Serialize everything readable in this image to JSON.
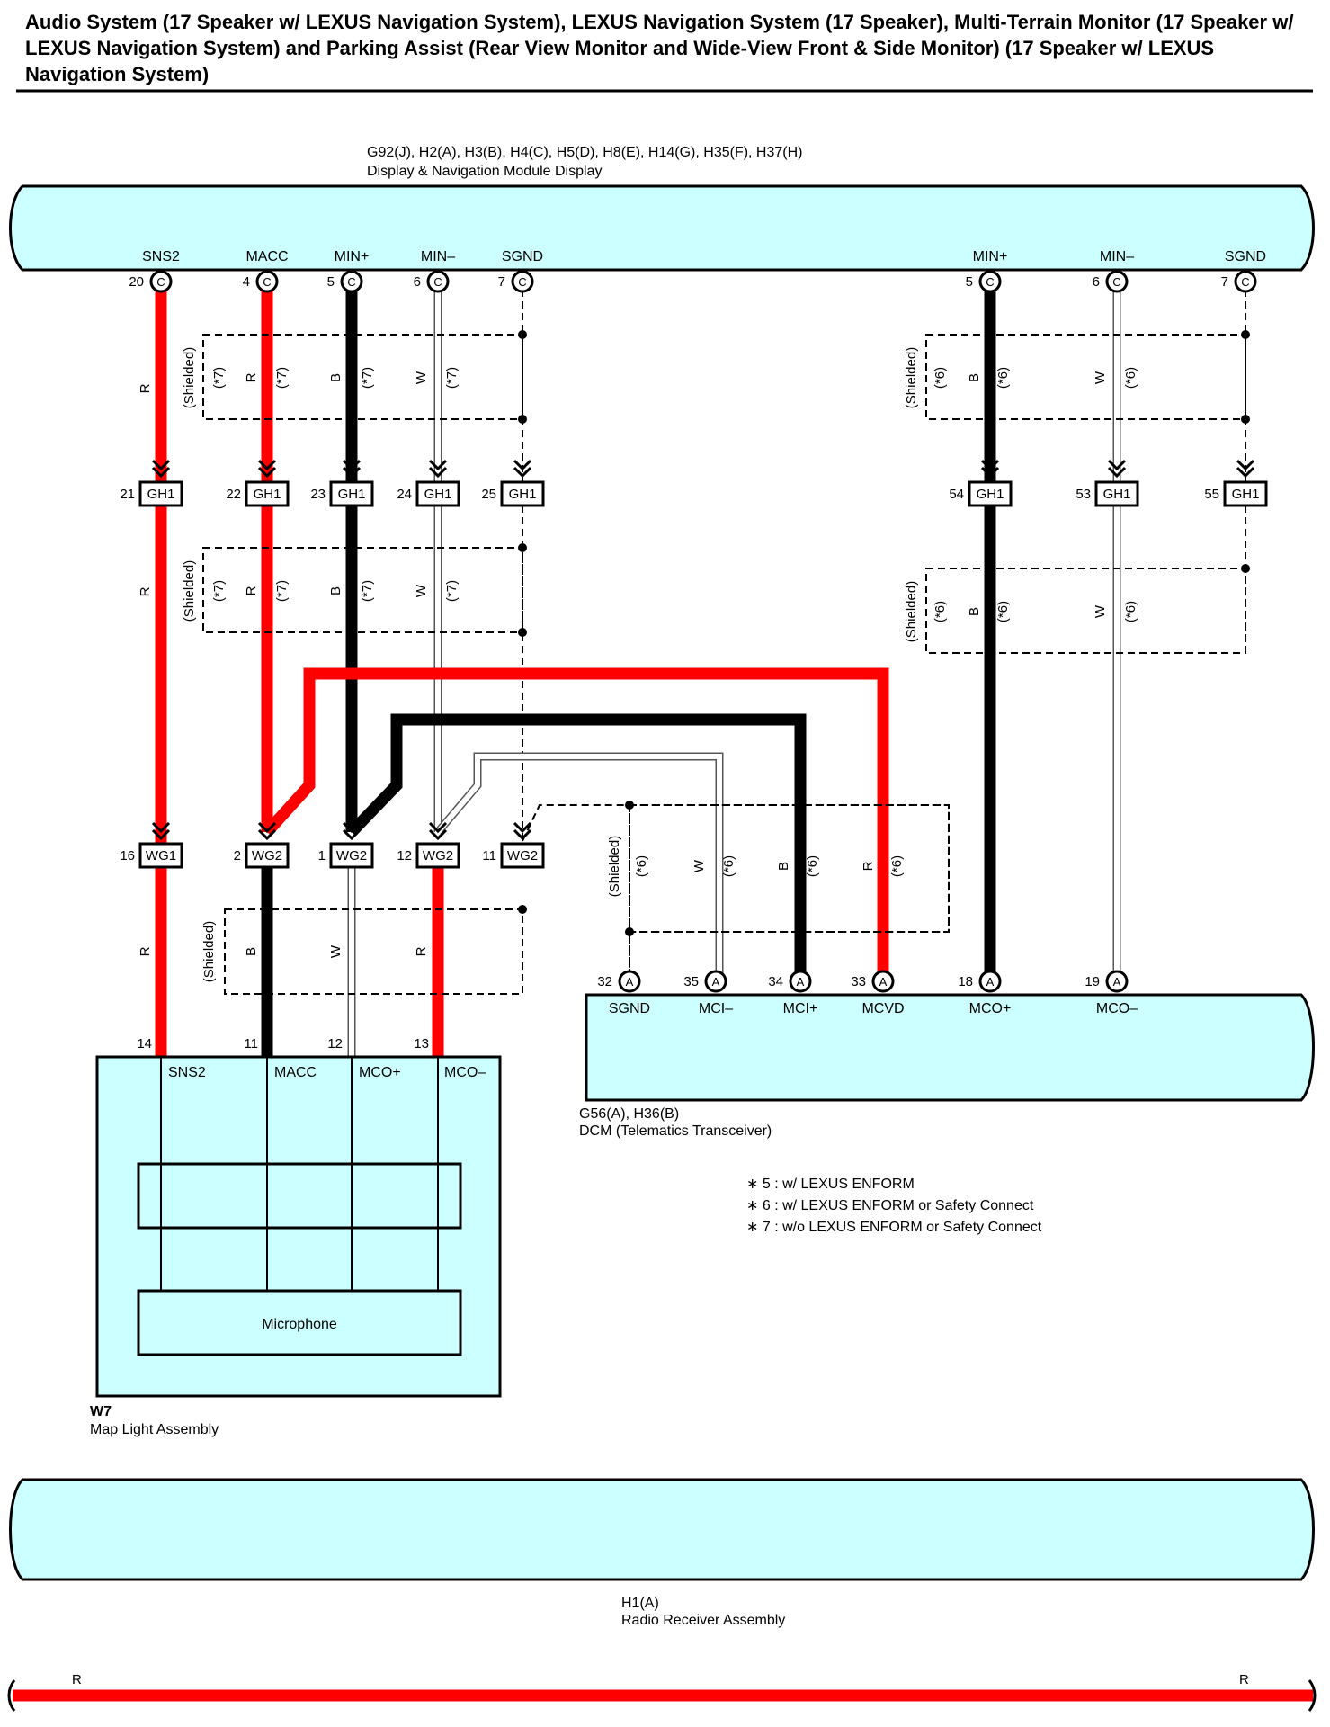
{
  "title": "Audio System (17 Speaker w/ LEXUS Navigation System), LEXUS Navigation System (17 Speaker), Multi-Terrain Monitor (17 Speaker w/ LEXUS Navigation System) and Parking Assist (Rear View Monitor and Wide-View Front & Side Monitor) (17 Speaker w/ LEXUS Navigation System)",
  "colors": {
    "body": "#ccffff",
    "red": "#ff0000",
    "black": "#000000",
    "white_wire_outline": "#555555"
  },
  "display_module": {
    "connectors": "G92(J), H2(A), H3(B), H4(C), H5(D), H8(E), H14(G), H35(F), H37(H)",
    "name": "Display & Navigation Module Display",
    "pins": [
      {
        "label": "SNS2",
        "num": "20",
        "conn": "C"
      },
      {
        "label": "MACC",
        "num": "4",
        "conn": "C"
      },
      {
        "label": "MIN+",
        "num": "5",
        "conn": "C"
      },
      {
        "label": "MIN–",
        "num": "6",
        "conn": "C"
      },
      {
        "label": "SGND",
        "num": "7",
        "conn": "C"
      },
      {
        "label": "MIN+",
        "num": "5",
        "conn": "C"
      },
      {
        "label": "MIN–",
        "num": "6",
        "conn": "C"
      },
      {
        "label": "SGND",
        "num": "7",
        "conn": "C"
      }
    ]
  },
  "shield_label": "(Shielded)",
  "notes_tags": {
    "n5": "(*5)",
    "n6": "(*6)",
    "n7": "(*7)"
  },
  "wire_colors": {
    "R": "R",
    "B": "B",
    "W": "W"
  },
  "junction_gh1": {
    "name": "GH1",
    "pins": [
      "21",
      "22",
      "23",
      "24",
      "25",
      "54",
      "53",
      "55"
    ]
  },
  "junction_wg": {
    "pins": [
      {
        "num": "16",
        "name": "WG1"
      },
      {
        "num": "2",
        "name": "WG2"
      },
      {
        "num": "1",
        "name": "WG2"
      },
      {
        "num": "12",
        "name": "WG2"
      },
      {
        "num": "11",
        "name": "WG2"
      }
    ]
  },
  "dcm": {
    "connectors": "G56(A), H36(B)",
    "name": "DCM (Telematics Transceiver)",
    "pins": [
      {
        "label": "SGND",
        "num": "32",
        "conn": "A"
      },
      {
        "label": "MCI–",
        "num": "35",
        "conn": "A"
      },
      {
        "label": "MCI+",
        "num": "34",
        "conn": "A"
      },
      {
        "label": "MCVD",
        "num": "33",
        "conn": "A"
      },
      {
        "label": "MCO+",
        "num": "18",
        "conn": "A"
      },
      {
        "label": "MCO–",
        "num": "19",
        "conn": "A"
      }
    ]
  },
  "map_light": {
    "code": "W7",
    "name": "Map Light Assembly",
    "pins": [
      {
        "label": "SNS2",
        "num": "14"
      },
      {
        "label": "MACC",
        "num": "11"
      },
      {
        "label": "MCO+",
        "num": "12"
      },
      {
        "label": "MCO–",
        "num": "13"
      }
    ],
    "microphone": "Microphone"
  },
  "notes": [
    "∗ 5 : w/ LEXUS ENFORM",
    "∗ 6 : w/ LEXUS ENFORM or Safety Connect",
    "∗ 7 : w/o LEXUS ENFORM or Safety Connect"
  ],
  "radio": {
    "code": "H1(A)",
    "name": "Radio Receiver Assembly"
  },
  "bottom_wire": {
    "left": "R",
    "right": "R"
  }
}
